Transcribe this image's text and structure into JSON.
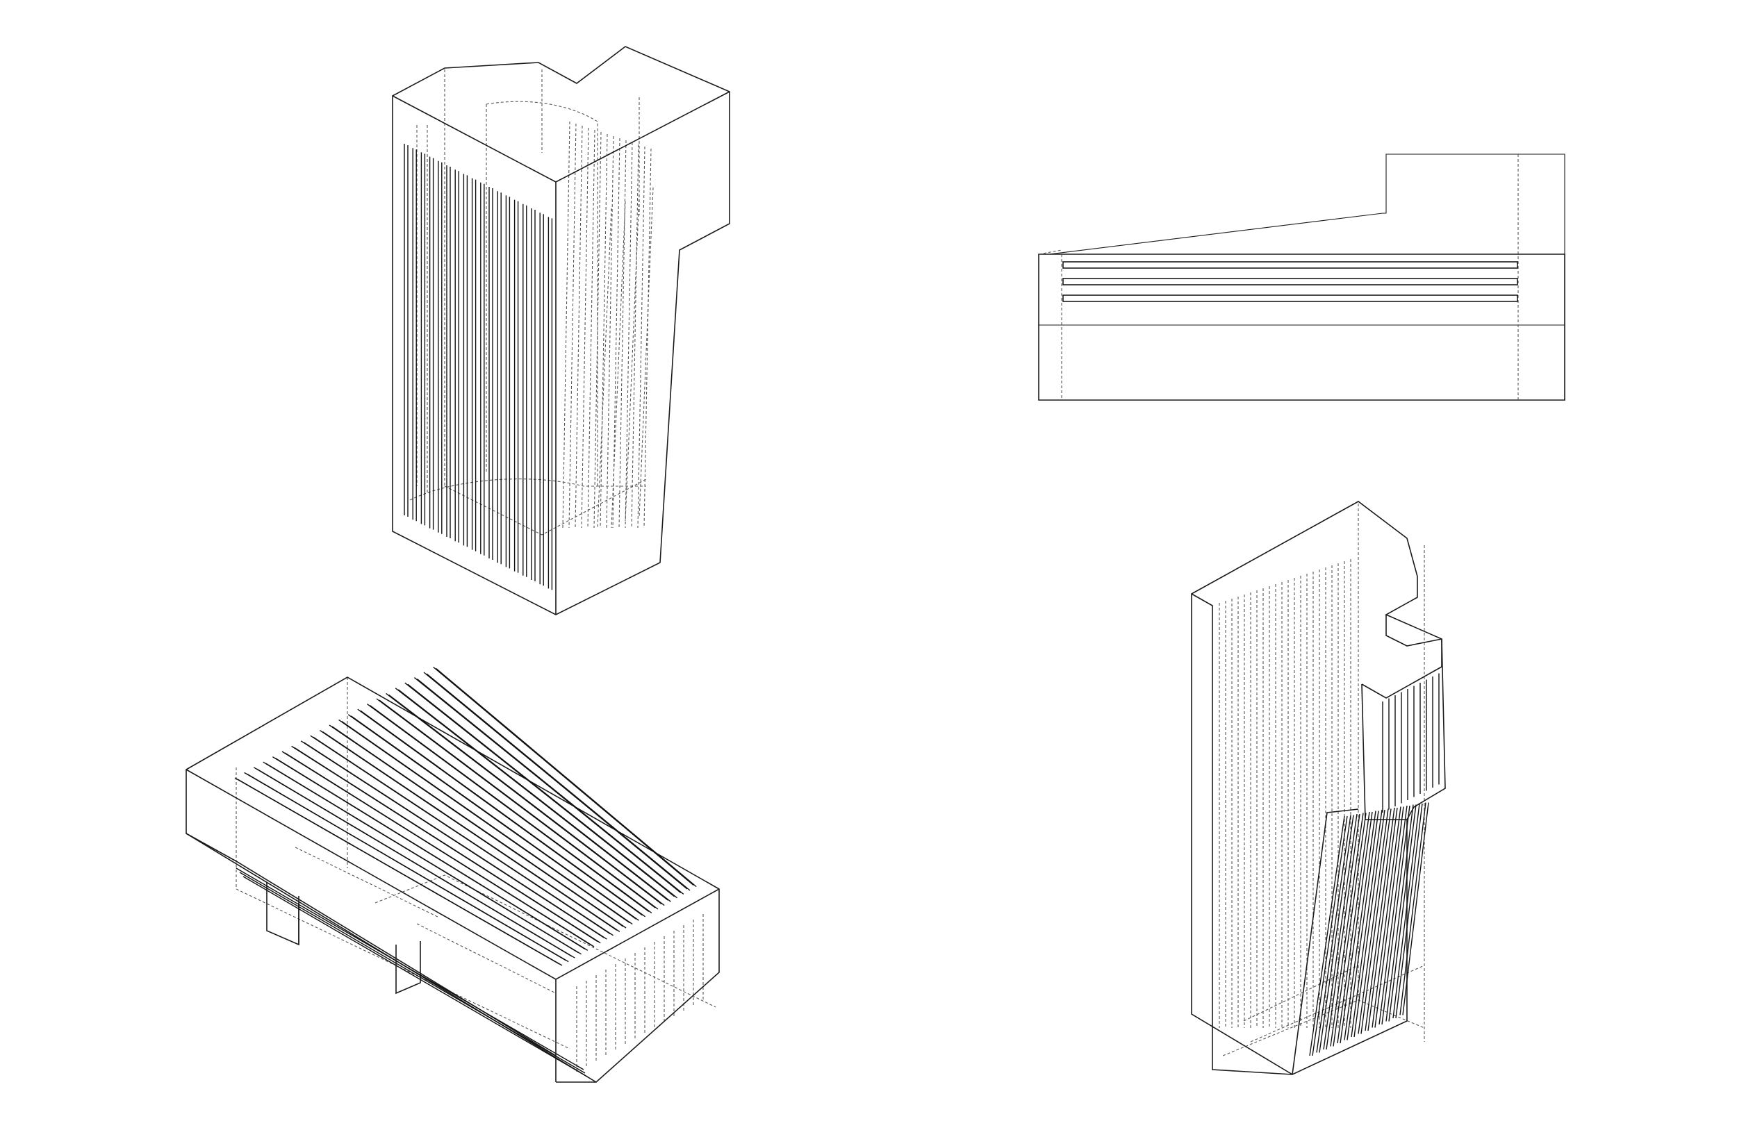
{
  "drawing": {
    "line_color": "#1a1a1a",
    "hidden_line_color": "#555555",
    "background": "#ffffff",
    "views": [
      {
        "id": "axonometric-top-left",
        "fin_count": 18,
        "line_style": "solid + dashed hidden lines"
      },
      {
        "id": "elevation-top-right",
        "fin_count": 3,
        "line_style": "solid + dashed hidden lines"
      },
      {
        "id": "axonometric-bottom-left",
        "fin_count": 22,
        "line_style": "solid + dashed hidden lines"
      },
      {
        "id": "axonometric-bottom-right",
        "fin_count": 14,
        "line_style": "solid + dashed hidden lines"
      }
    ]
  }
}
